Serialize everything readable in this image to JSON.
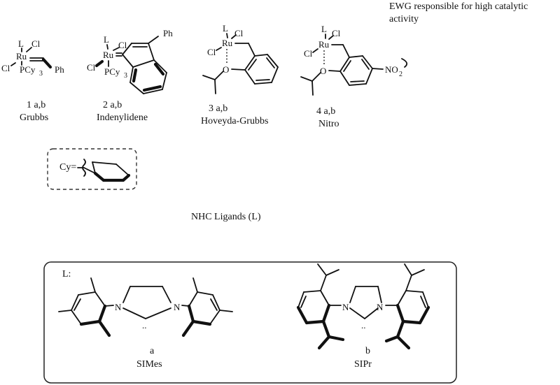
{
  "note": {
    "line1": "EWG responsible for high catalytic",
    "line2": "activity"
  },
  "catalysts": [
    {
      "id": "1 a,b",
      "name": "Grubbs"
    },
    {
      "id": "2 a,b",
      "name": "Indenylidene"
    },
    {
      "id": "3 a,b",
      "name": "Hoveyda-Grubbs"
    },
    {
      "id": "4 a,b",
      "name": "Nitro"
    }
  ],
  "cy_box": {
    "label": "Cy="
  },
  "ligands": {
    "heading": "NHC Ligands (L)",
    "panel_label": "L:",
    "a": {
      "letter": "a",
      "name": "SIMes"
    },
    "b": {
      "letter": "b",
      "name": "SIPr"
    }
  },
  "atoms": {
    "L": "L",
    "Cl": "Cl",
    "Ru": "Ru",
    "PCy3": "PCy",
    "sub3": "3",
    "Ph": "Ph",
    "O": "O",
    "NO2": "NO",
    "sub2": "2",
    "N": "N",
    "carbene": ".."
  }
}
